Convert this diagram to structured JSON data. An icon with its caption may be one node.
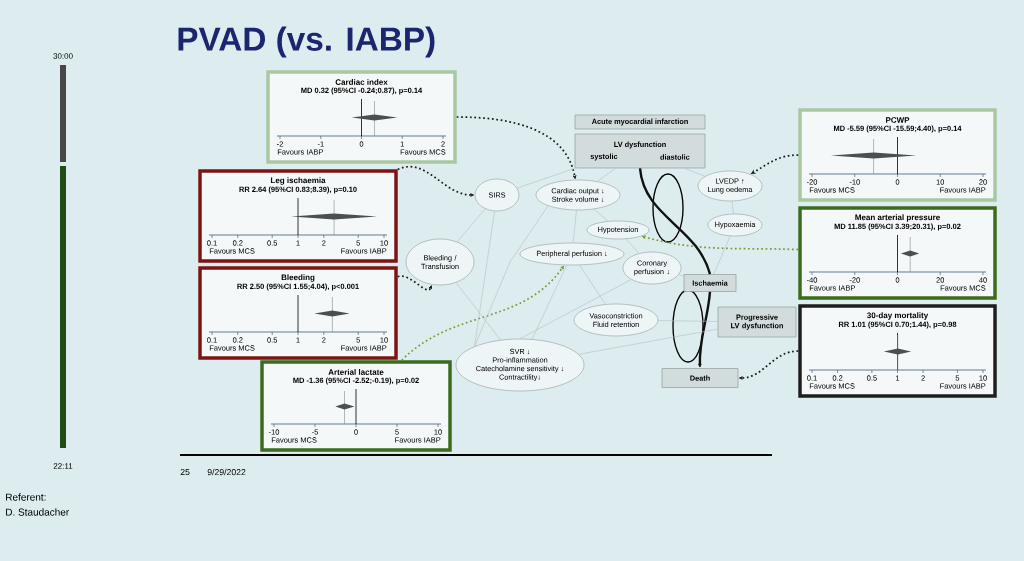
{
  "diagram": {
    "title": "PVAD (vs. IABP)",
    "nodes": [
      {
        "text": [
          "Cardiac index",
          "MD 0.32 (95%CI -0.24;0.87), p=0.14",
          "Favours IABP",
          "Favours MCS",
          "-2",
          "-1",
          "0",
          "1",
          "2"
        ]
      },
      {
        "text": [
          "Leg ischaemia",
          "RR 2.64 (95%CI 0.83;8.39), p=0.10",
          "Favours MCS",
          "Favours IABP",
          "0.1",
          "0.2",
          "0.5",
          "1",
          "2",
          "5",
          "10"
        ]
      },
      {
        "text": [
          "Bleeding",
          "RR 2.50 (95%CI 1.55;4.04), p<0.001",
          "Favours MCS",
          "Favours IABP",
          "0.1",
          "0.2",
          "0.5",
          "1",
          "2",
          "5",
          "10"
        ]
      },
      {
        "text": [
          "Arterial lactate",
          "MD -1.36 (95%CI -2.52;-0.19), p=0.02",
          "Favours MCS",
          "Favours IABP",
          "-10",
          "-5",
          "0",
          "5",
          "10"
        ]
      },
      {
        "text": [
          "Acute myocardial infarction"
        ]
      },
      {
        "text": [
          "LV dysfunction",
          "systolic",
          "diastolic"
        ]
      },
      {
        "text": [
          "SIRS"
        ]
      },
      {
        "text": [
          "Cardiac output ↓",
          "Stroke volume ↓"
        ]
      },
      {
        "text": [
          "Bleeding / Transfusion"
        ]
      },
      {
        "text": [
          "Hypotension"
        ]
      },
      {
        "text": [
          "Peripheral perfusion ↓"
        ]
      },
      {
        "text": [
          "Coronary perfusion ↓"
        ]
      },
      {
        "text": [
          "Ischaemia"
        ]
      },
      {
        "text": [
          "Vasoconstriction",
          "Fluid retention"
        ]
      },
      {
        "text": [
          "SVR ↓",
          "Pro-inflammation",
          "Catecholamine sensitivity ↓",
          "Contractility↓"
        ]
      },
      {
        "text": [
          "Progressive LV dysfunction"
        ]
      },
      {
        "text": [
          "Death"
        ]
      },
      {
        "text": [
          "LVEDP ↑",
          "Lung oedema"
        ]
      },
      {
        "text": [
          "Hypoxaemia"
        ]
      },
      {
        "text": [
          "PCWP",
          "MD -5.59 (95%CI -15.59;4.40), p=0.14",
          "Favours MCS",
          "Favours IABP",
          "-20",
          "-10",
          "0",
          "10",
          "20"
        ]
      },
      {
        "text": [
          "Mean arterial pressure",
          "MD 11.85 (95%CI 3.39;20.31), p=0.02",
          "Favours IABP",
          "Favours MCS",
          "-40",
          "-20",
          "0",
          "20",
          "40"
        ]
      },
      {
        "text": [
          "30-day mortality",
          "RR 1.01 (95%CI 0.70;1.44), p=0.98",
          "Favours MCS",
          "Favours IABP",
          "0.1",
          "0.2",
          "0.5",
          "1",
          "2",
          "5",
          "10"
        ]
      }
    ],
    "edges": [
      {
        "from": 0,
        "to": 7,
        "arrow": "to",
        "style": "dashed",
        "color": "#1a1a1a"
      },
      {
        "from": 1,
        "to": 6,
        "arrow": "to",
        "style": "dashed",
        "color": "#1a1a1a"
      },
      {
        "from": 2,
        "to": 8,
        "arrow": "to",
        "style": "dashed",
        "color": "#1a1a1a"
      },
      {
        "from": 3,
        "to": 10,
        "arrow": "to",
        "style": "dashed",
        "color": "#7a9a3a"
      },
      {
        "from": 19,
        "to": 17,
        "arrow": "to",
        "style": "dashed",
        "color": "#1a1a1a"
      },
      {
        "from": 20,
        "to": 9,
        "arrow": "to",
        "style": "dashed",
        "color": "#7a9a3a"
      },
      {
        "from": 21,
        "to": 16,
        "arrow": "to",
        "style": "dashed",
        "color": "#1a1a1a"
      },
      {
        "from": 5,
        "to": 12,
        "arrow": "none",
        "style": "thick",
        "color": "#111111"
      },
      {
        "from": 12,
        "to": 16,
        "arrow": "to",
        "style": "thick",
        "color": "#111111"
      },
      {
        "from": 6,
        "to": 5,
        "arrow": "none"
      },
      {
        "from": 7,
        "to": 5,
        "arrow": "none"
      },
      {
        "from": 5,
        "to": 17,
        "arrow": "none"
      },
      {
        "from": 8,
        "to": 6,
        "arrow": "none"
      },
      {
        "from": 8,
        "to": 14,
        "arrow": "none"
      },
      {
        "from": 14,
        "to": 6,
        "arrow": "none"
      },
      {
        "from": 14,
        "to": 7,
        "arrow": "none"
      },
      {
        "from": 14,
        "to": 10,
        "arrow": "none"
      },
      {
        "from": 14,
        "to": 11,
        "arrow": "none"
      },
      {
        "from": 14,
        "to": 15,
        "arrow": "none"
      },
      {
        "from": 7,
        "to": 10,
        "arrow": "none"
      },
      {
        "from": 7,
        "to": 9,
        "arrow": "none"
      },
      {
        "from": 9,
        "to": 11,
        "arrow": "none"
      },
      {
        "from": 10,
        "to": 13,
        "arrow": "none"
      },
      {
        "from": 11,
        "to": 12,
        "arrow": "none"
      },
      {
        "from": 13,
        "to": 15,
        "arrow": "none"
      },
      {
        "from": 18,
        "to": 12,
        "arrow": "none"
      },
      {
        "from": 17,
        "to": 18,
        "arrow": "none"
      }
    ],
    "labels": [
      "30:00",
      "22:11",
      "25",
      "9/29/2022",
      "Referent:",
      "D. Staudacher"
    ]
  }
}
